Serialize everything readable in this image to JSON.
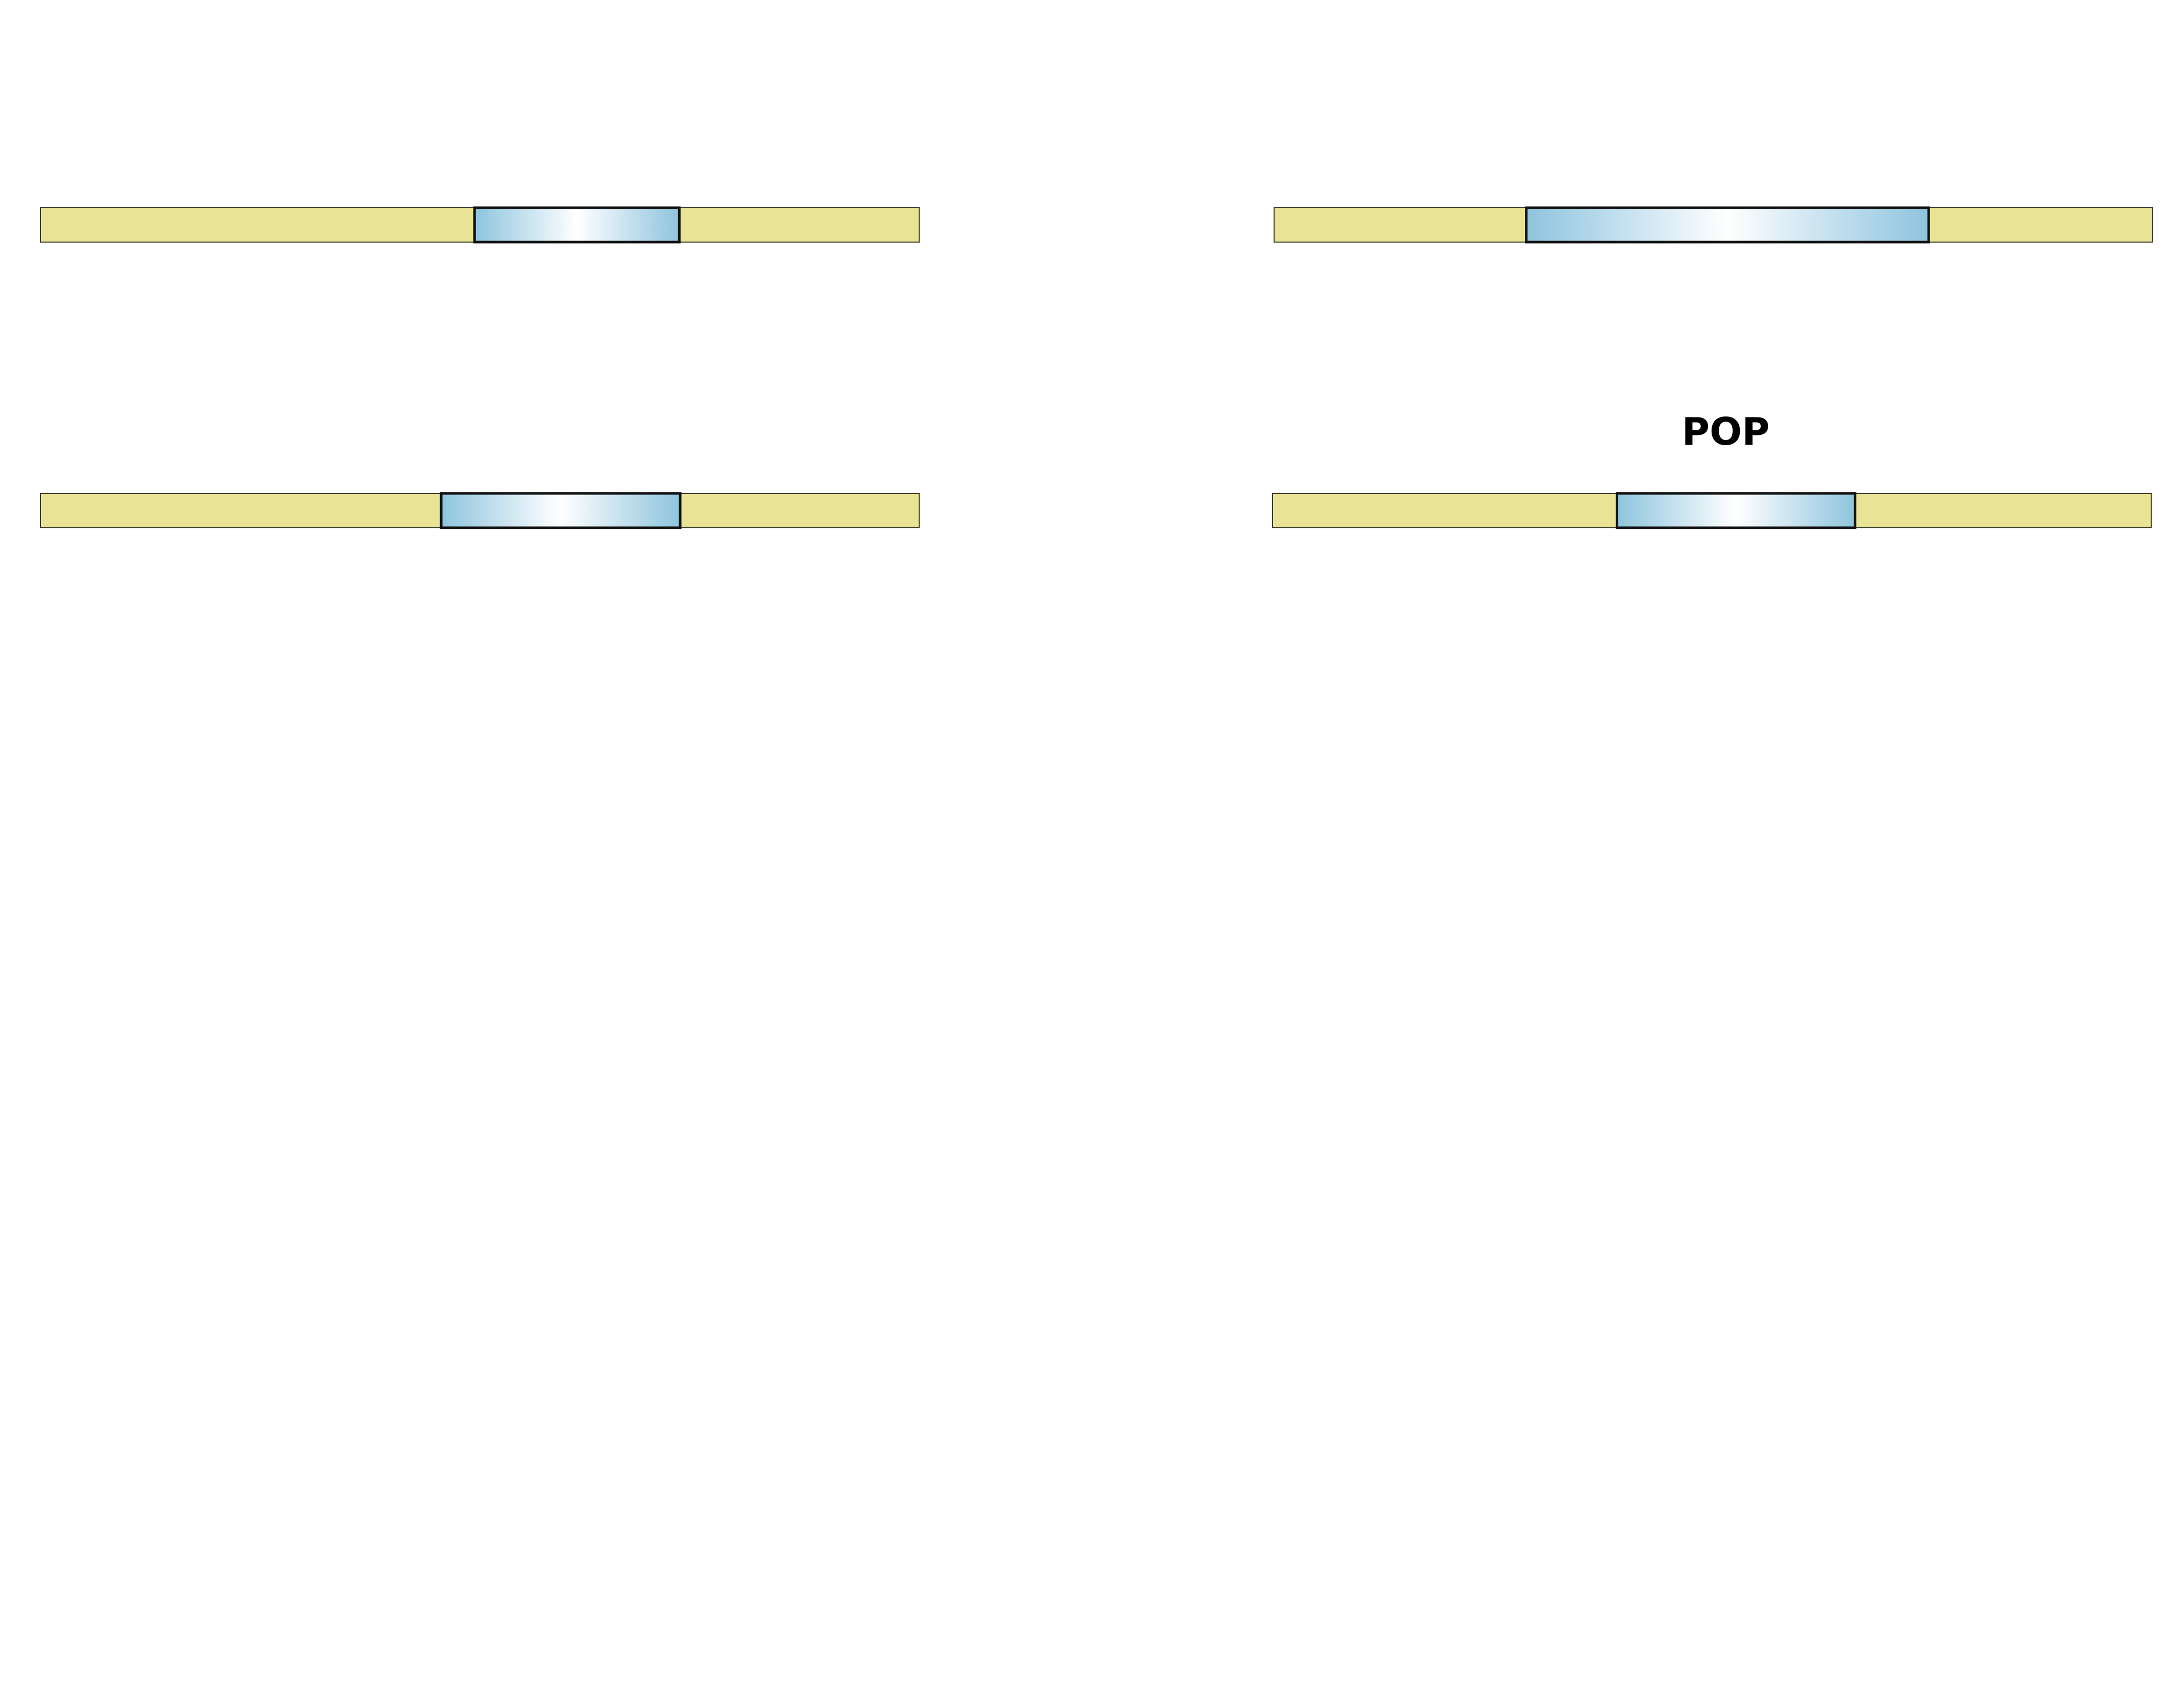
{
  "colors": {
    "track_fill": "#e9e495",
    "track_stroke": "#3a3a2a",
    "segment_edge": "#8ec4de",
    "segment_center": "#ffffff",
    "segment_stroke": "#111111",
    "label_color": "#000000"
  },
  "bars": [
    {
      "id": "top-left",
      "segment": {
        "start_fraction": 0.494,
        "end_fraction": 0.727
      },
      "label": ""
    },
    {
      "id": "top-right",
      "segment": {
        "start_fraction": 0.287,
        "end_fraction": 0.745
      },
      "label": ""
    },
    {
      "id": "bottom-left",
      "segment": {
        "start_fraction": 0.456,
        "end_fraction": 0.728
      },
      "label": ""
    },
    {
      "id": "bottom-right",
      "segment": {
        "start_fraction": 0.392,
        "end_fraction": 0.663
      },
      "label": "POP"
    }
  ]
}
